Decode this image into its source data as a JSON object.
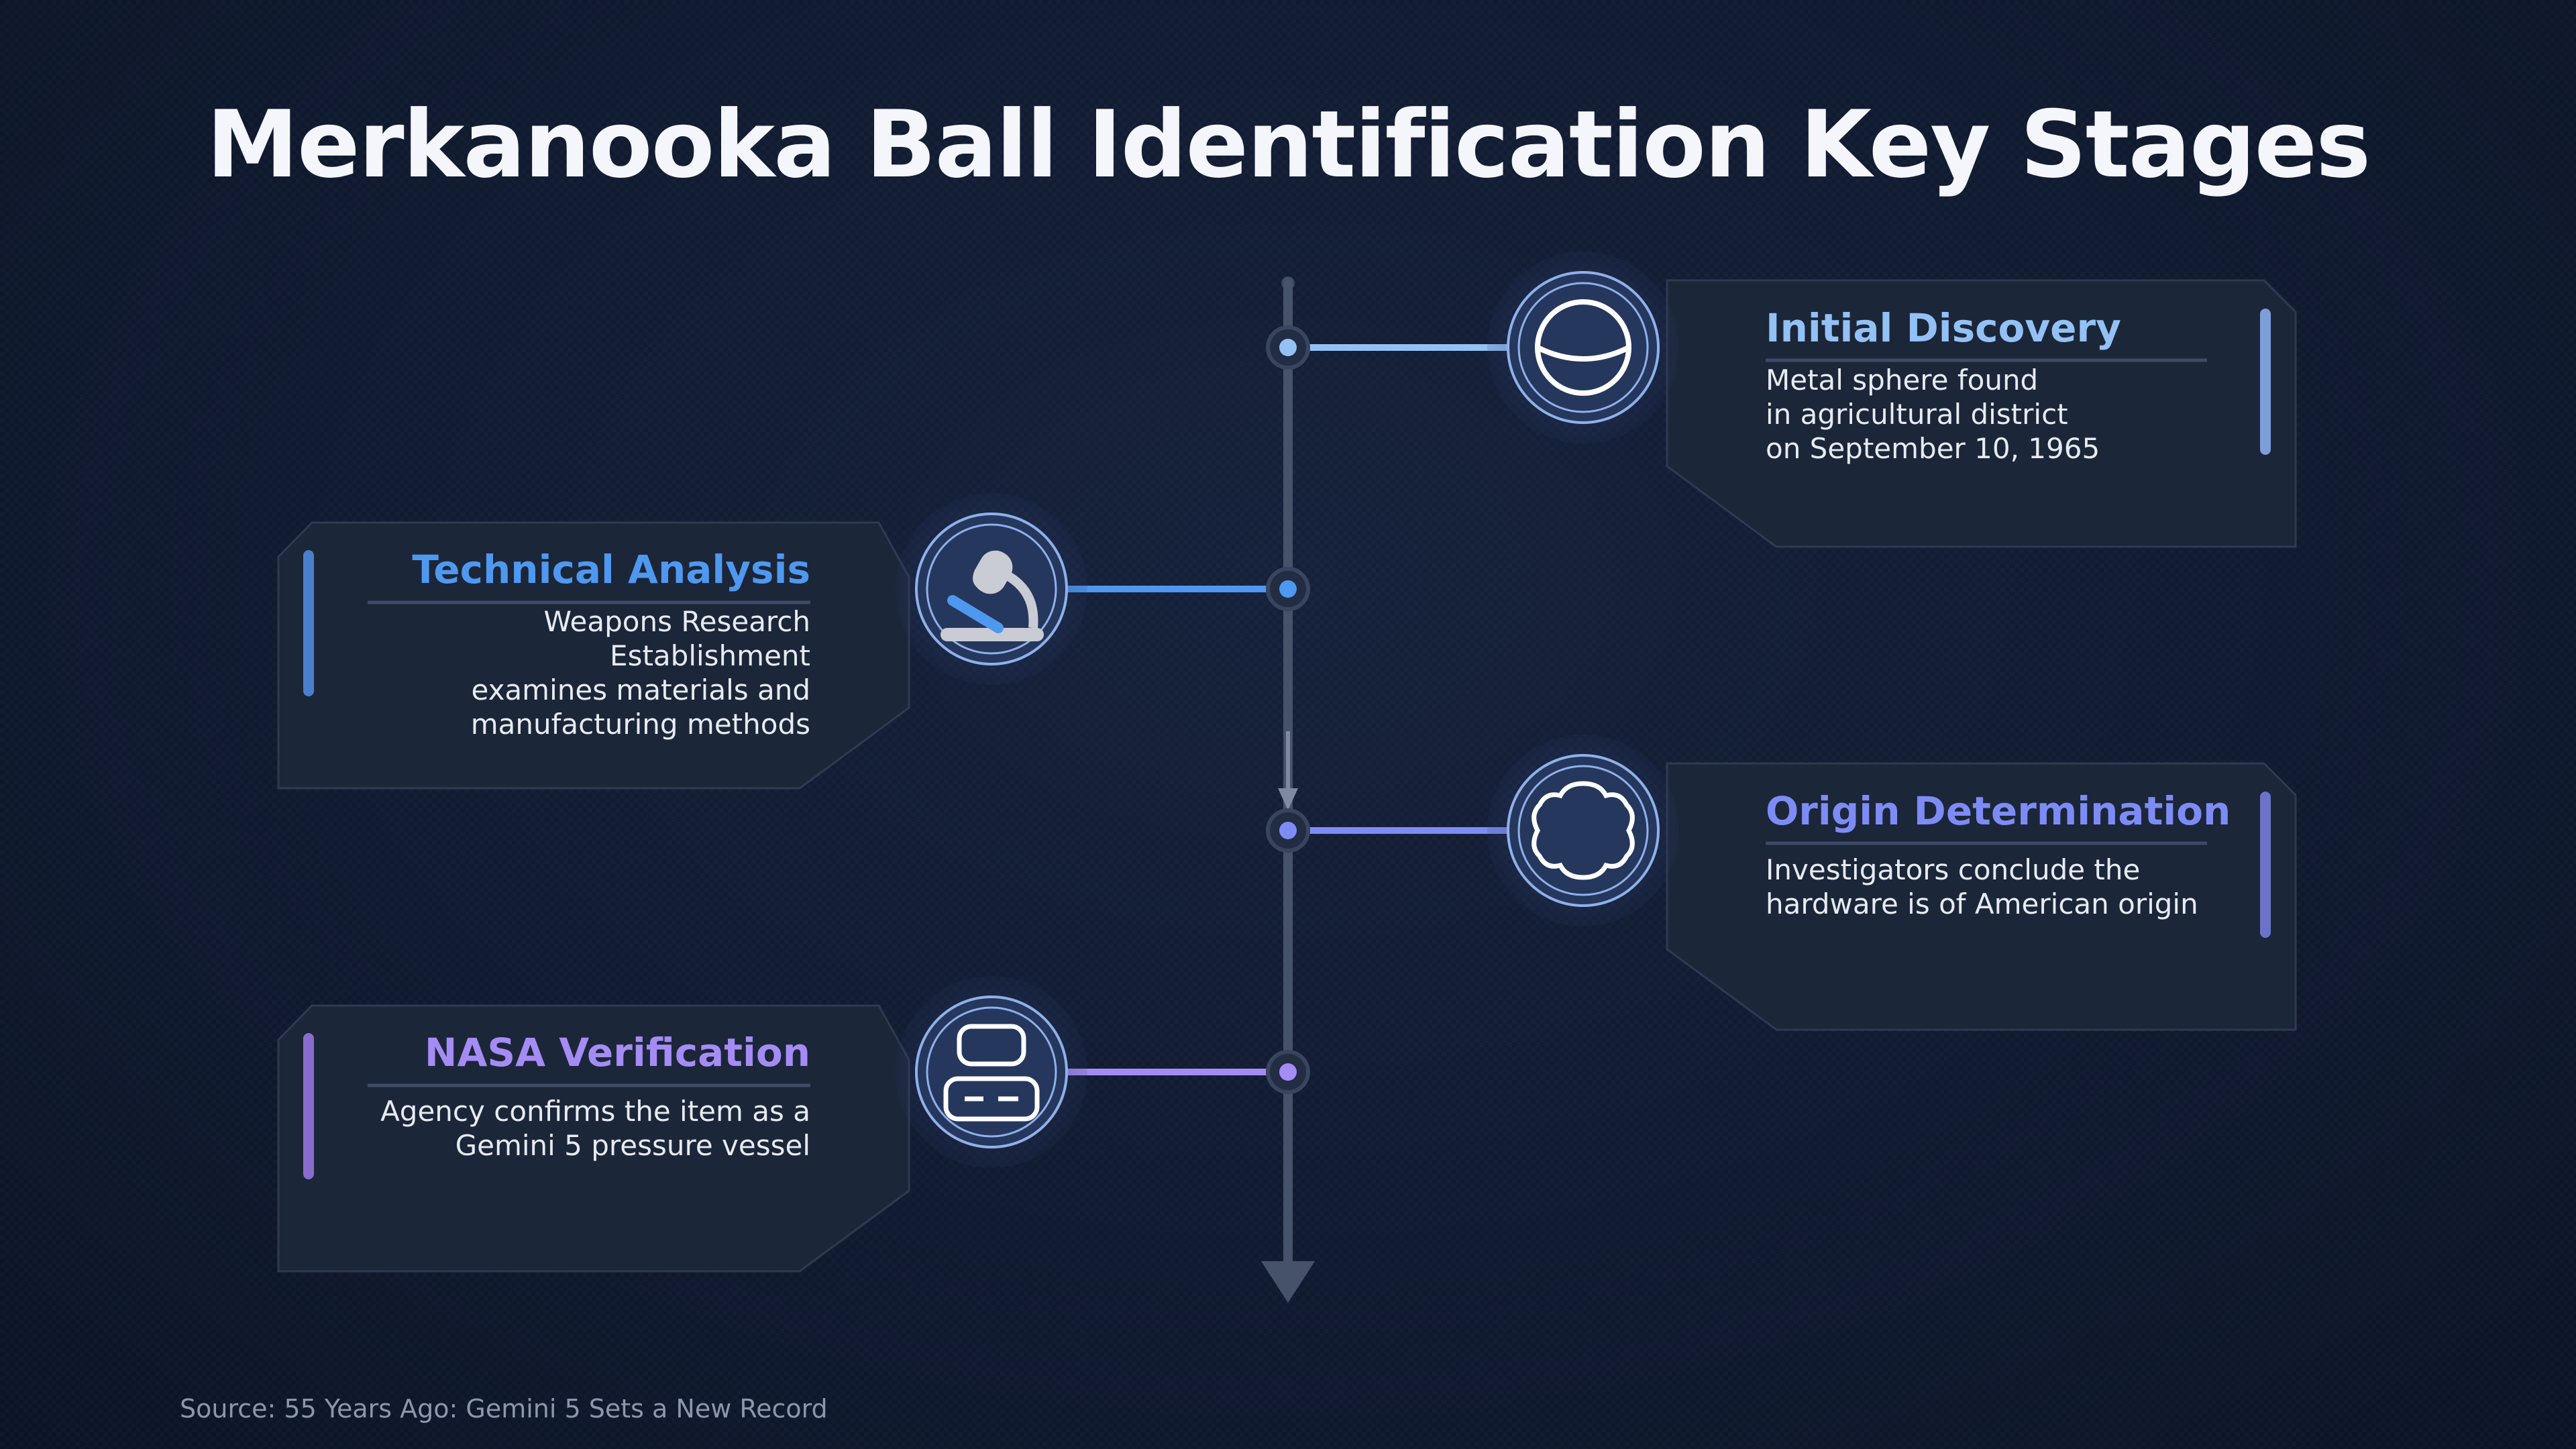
{
  "title": "Merkanooka Ball Identification Key Stages",
  "stages": [
    {
      "title": "Initial Discovery",
      "body": "Metal sphere found\nin agricultural district\non September 10, 1965",
      "icon": "sphere-icon",
      "color": "#93c1f5",
      "side": "right"
    },
    {
      "title": "Technical Analysis",
      "body": "Weapons Research Establishment\nexamines materials and\nmanufacturing methods",
      "icon": "microscope-icon",
      "color": "#4f98ef",
      "side": "left"
    },
    {
      "title": "Origin Determination",
      "body": "Investigators conclude the\nhardware is of American origin",
      "icon": "flower-icon",
      "color": "#7d8cf5",
      "side": "right"
    },
    {
      "title": "NASA Verification",
      "body": "Agency confirms the item as a\nGemini 5 pressure vessel",
      "icon": "capsule-icon",
      "color": "#a58cf5",
      "side": "left"
    }
  ],
  "source": "Source: 55 Years Ago: Gemini 5 Sets a New Record"
}
